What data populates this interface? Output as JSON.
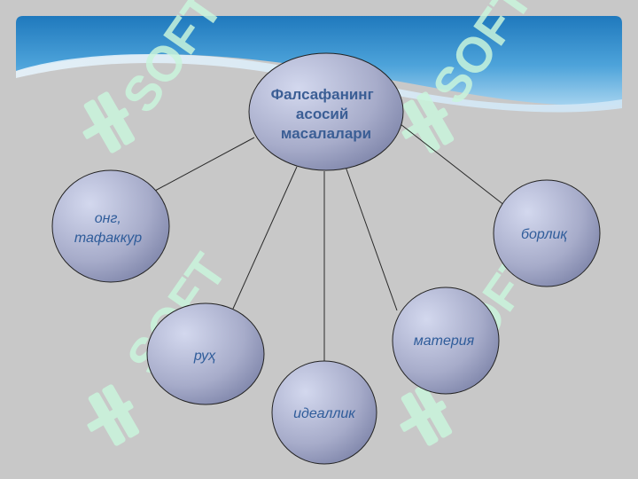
{
  "diagram": {
    "center": {
      "lines": [
        "Фалсафанинг",
        "асосий",
        "масалалари"
      ]
    },
    "nodes": [
      {
        "id": "ong",
        "lines": [
          "онг,",
          "тафаккур"
        ]
      },
      {
        "id": "ruh",
        "lines": [
          "руҳ"
        ]
      },
      {
        "id": "idealism",
        "lines": [
          "идеаллик"
        ]
      },
      {
        "id": "materiya",
        "lines": [
          "материя"
        ]
      },
      {
        "id": "borliq",
        "lines": [
          "борлиқ"
        ]
      }
    ],
    "watermark": "SOFT"
  },
  "colors": {
    "background": "#c8c8c8",
    "circle_light": "#cfd4ea",
    "circle_dark": "#7f86ab",
    "center_text": "#3b5e95",
    "node_text": "#2f5c9a",
    "banner_top": "#2d86c6",
    "watermark": "#c9f5dc"
  }
}
